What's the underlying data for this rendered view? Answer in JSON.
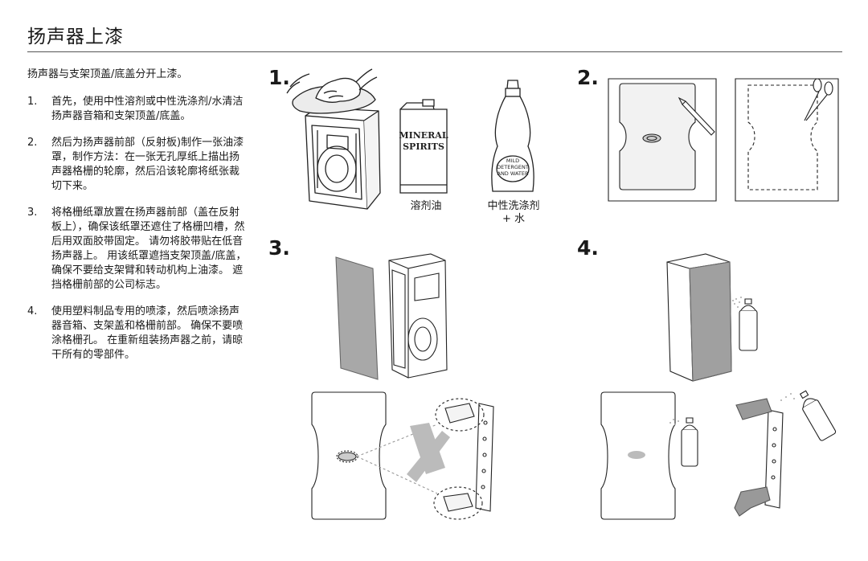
{
  "page": {
    "title": "扬声器上漆"
  },
  "intro": "扬声器与支架顶盖/底盖分开上漆。",
  "steps": [
    {
      "number": "1.",
      "text": "首先，使用中性溶剂或中性洗涤剂/水清洁扬声器音箱和支架顶盖/底盖。"
    },
    {
      "number": "2.",
      "text": "然后为扬声器前部（反射板)制作一张油漆罩，制作方法：在一张无孔厚纸上描出扬声器格栅的轮廓，然后沿该轮廓将纸张裁切下来。"
    },
    {
      "number": "3.",
      "text": "将格栅纸罩放置在扬声器前部（盖在反射板上），确保该纸罩还遮住了格栅凹槽，然后用双面胶带固定。 请勿将胶带贴在低音扬声器上。 用该纸罩遮挡支架顶盖/底盖，确保不要给支架臂和转动机构上油漆。 遮挡格栅前部的公司标志。"
    },
    {
      "number": "4.",
      "text": "使用塑料制品专用的喷漆，然后喷涂扬声器音箱、支架盖和格栅前部。 确保不要喷涂格栅孔。 在重新组装扬声器之前，请晾干所有的零部件。"
    }
  ],
  "figures": {
    "fig1": {
      "label": "1.",
      "can_text": [
        "MINERAL",
        "SPIRITS"
      ],
      "bottle_text": [
        "MILD",
        "DETERGENT",
        "AND WATER"
      ],
      "caption_solvent": "溶剂油",
      "caption_detergent": "中性洗涤剂",
      "caption_water": "+ 水"
    },
    "fig2": {
      "label": "2."
    },
    "fig3": {
      "label": "3."
    },
    "fig4": {
      "label": "4."
    }
  }
}
